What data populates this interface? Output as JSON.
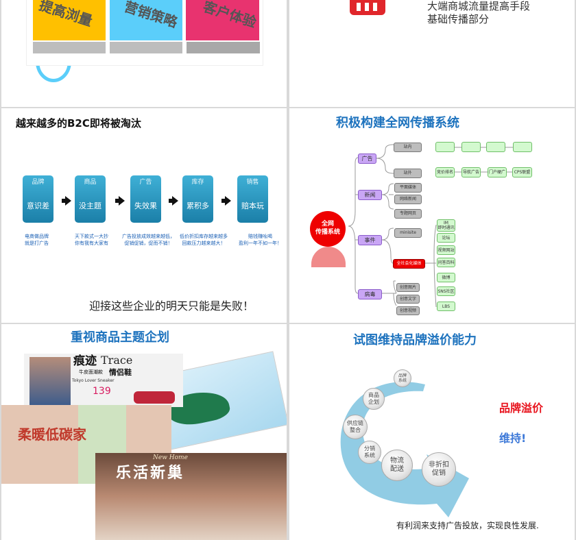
{
  "slides": {
    "s1": {
      "boxes": [
        "提高浏量",
        "营销策略",
        "客户体验"
      ],
      "colors": [
        "#ffc000",
        "#5bcefa",
        "#e8336f"
      ]
    },
    "s2": {
      "lines": [
        "大端商城流量提高手段",
        "基础传播部分"
      ]
    },
    "s3": {
      "title": "越来越多的B2C即将被淘汰",
      "steps": [
        {
          "top": "品牌",
          "main": "意识差",
          "caption": [
            "电商做品牌",
            "就是打广告"
          ]
        },
        {
          "top": "商品",
          "main": "没主题",
          "caption": [
            "天下款式一大抄",
            "你有我有大家有"
          ]
        },
        {
          "top": "广告",
          "main": "失效果",
          "caption": [
            "广告投放成效越来越低，",
            "促销促销，促而不销！"
          ]
        },
        {
          "top": "库存",
          "main": "累积多",
          "caption": [
            "低价折扣库存越来越多",
            "回款压力越来越大！"
          ]
        },
        {
          "top": "销售",
          "main": "赔本玩",
          "caption": [
            "赔钱赚吆喝",
            "盈利一年不如一年！"
          ]
        }
      ],
      "conclusion": "迎接这些企业的明天只能是失败！"
    },
    "s4": {
      "title": "积极构建全网传播系统",
      "center": [
        "全网",
        "传播系统"
      ],
      "categories": [
        "广告",
        "新闻",
        "事件",
        "病毒"
      ],
      "ad": [
        "站内",
        "站外"
      ],
      "news": [
        "平面媒体",
        "网络新闻",
        "专题网页"
      ],
      "event": [
        "minisite",
        "全社会化媒体"
      ],
      "virus": [
        "创意图片",
        "创意文字",
        "创意视频"
      ],
      "offsite": [
        "竞价排名",
        "导航广告",
        "门户硬广",
        "CPS联盟"
      ],
      "social": [
        "IM\n即时通讯",
        "论坛",
        "视频网站",
        "问答百科",
        "微博",
        "SNS社区",
        "LBS"
      ]
    },
    "s5": {
      "title": "重视商品主题企划",
      "banner1": {
        "title": "痕迹",
        "en": "Trace",
        "sub": "情侣鞋",
        "tag": "牛皮面潮款",
        "en2": "Tokyo Lover Sneaker",
        "price": "139"
      },
      "banner2": {
        "title": "柔暖低碳家"
      },
      "banner3": {
        "title": "乐活新巢",
        "script": "New Home"
      }
    },
    "s6": {
      "title": "试图维持品牌溢价能力",
      "steps": [
        "品牌\n系统",
        "商品\n企划",
        "供应链\n整合",
        "分销\n系统",
        "物流\n配送",
        "非折扣\n促销"
      ],
      "headline_red": "品牌溢价",
      "headline_blue": "维持!",
      "footer": "有利润来支持广告投放，实现良性发展."
    }
  }
}
